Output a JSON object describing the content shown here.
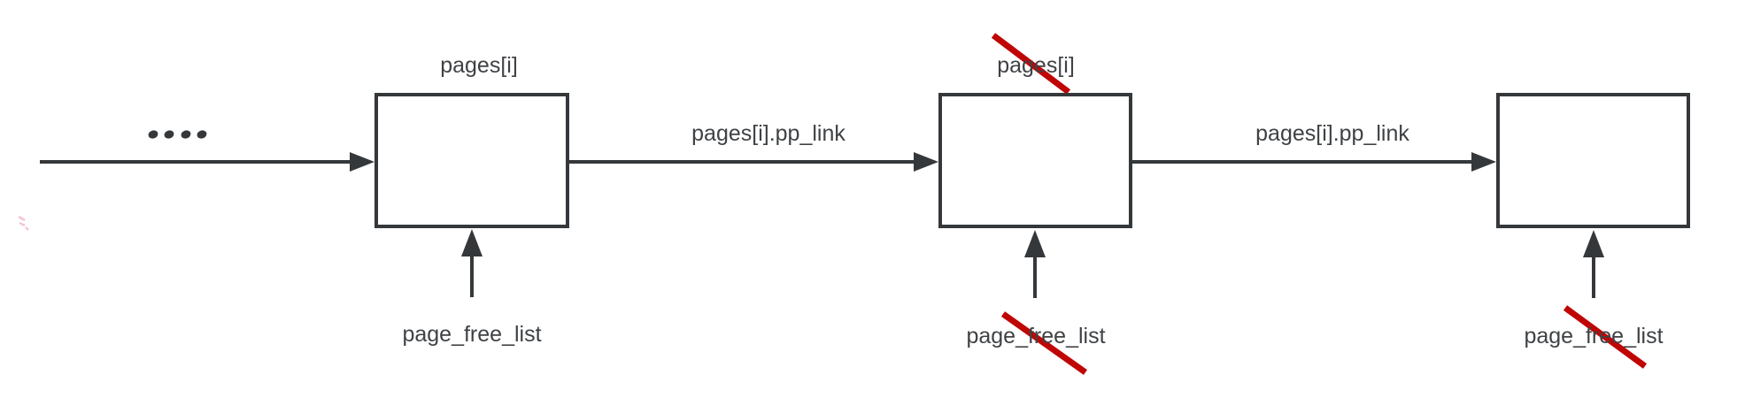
{
  "diagram": {
    "description_type": "linked-list-free-page-diagram",
    "ellipsis": "....",
    "node_titles": [
      {
        "text": "pages[i]",
        "struck_through": false
      },
      {
        "text": "pages[i]",
        "struck_through": true
      },
      {
        "text": "",
        "struck_through": false
      }
    ],
    "edge_labels": [
      {
        "text": "pages[i].pp_link"
      },
      {
        "text": "pages[i].pp_link"
      }
    ],
    "pointer_labels": [
      {
        "text": "page_free_list",
        "struck_through": false
      },
      {
        "text": "page_free_list",
        "struck_through": true
      },
      {
        "text": "page_free_list",
        "struck_through": true
      }
    ],
    "colors": {
      "stroke_dark": "#35383b",
      "text_gray": "#3f4245",
      "strike_red": "#c00505",
      "artifact_pink": "#f2b4d0",
      "background": "#ffffff"
    }
  }
}
